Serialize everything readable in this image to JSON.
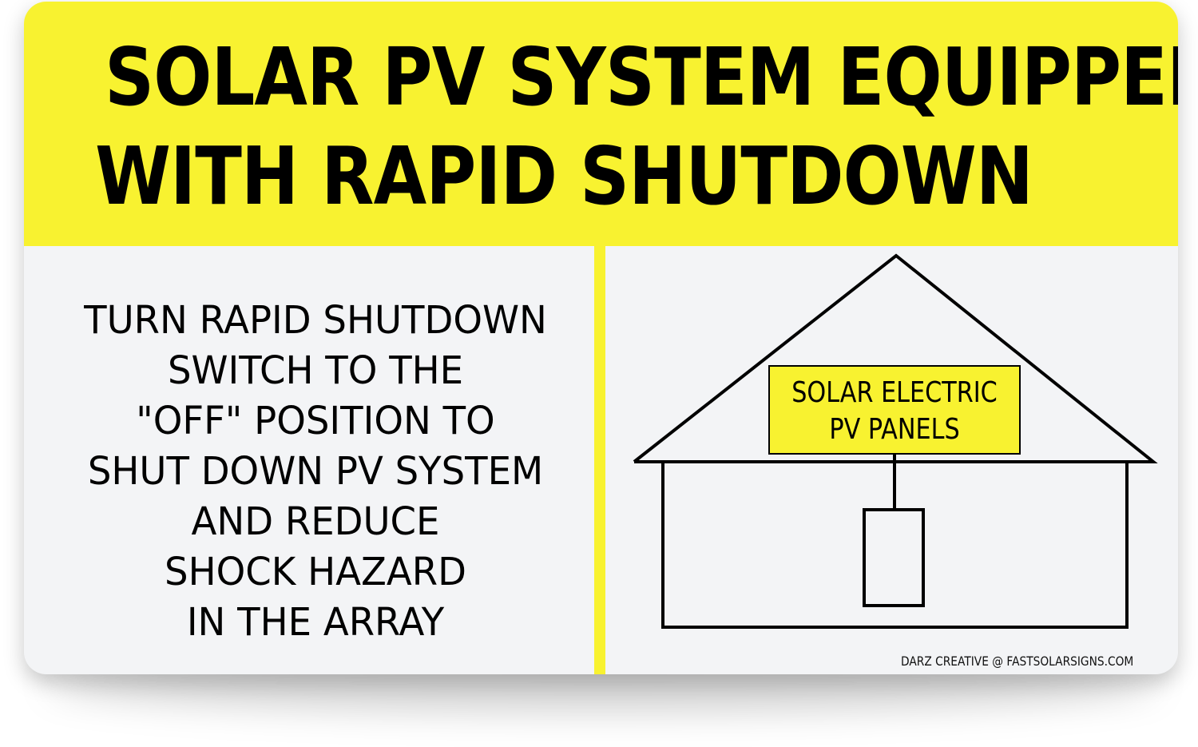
{
  "sign": {
    "title_line_1": "SOLAR PV SYSTEM EQUIPPED",
    "title_line_2": "WITH RAPID SHUTDOWN",
    "instructions": [
      "TURN RAPID SHUTDOWN",
      "SWITCH TO THE",
      "\"OFF\" POSITION TO",
      "SHUT DOWN PV SYSTEM",
      "AND REDUCE",
      "SHOCK HAZARD",
      "IN THE ARRAY"
    ],
    "panel_label_line_1": "SOLAR ELECTRIC",
    "panel_label_line_2": "PV PANELS",
    "credit": "DARZ CREATIVE @ FASTSOLARSIGNS.COM"
  },
  "colors": {
    "accent_yellow": "#f8f230",
    "panel_background": "#f3f4f6",
    "text": "#000000"
  }
}
